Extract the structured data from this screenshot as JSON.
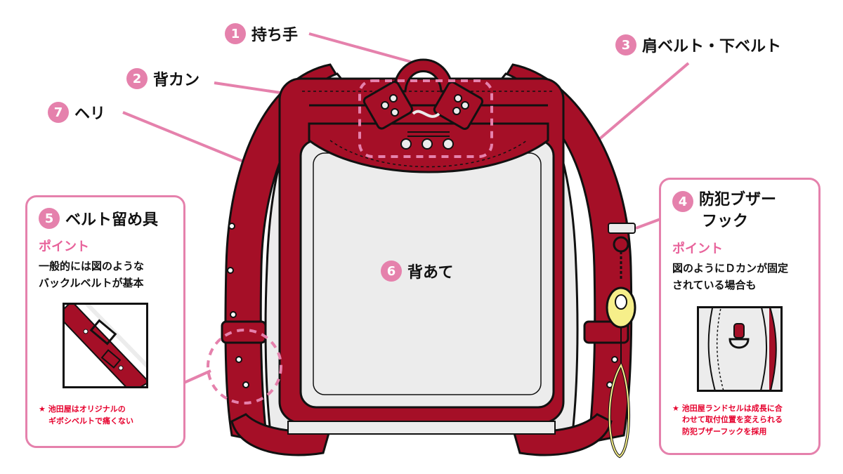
{
  "colors": {
    "accent": "#e581ac",
    "bag": "#a50f27",
    "bag_dark": "#6d0718",
    "panel": "#ececec",
    "note_red": "#e6002d",
    "buzzer": "#f6ef8a"
  },
  "labels": {
    "handle": {
      "num": "1",
      "text": "持ち手"
    },
    "back_can": {
      "num": "2",
      "text": "背カン"
    },
    "shoulder_belt": {
      "num": "3",
      "text": "肩ベルト・下ベルト"
    },
    "edge": {
      "num": "7",
      "text": "ヘリ"
    },
    "back_pad": {
      "num": "6",
      "text": "背あて"
    }
  },
  "box_belt_stopper": {
    "num": "5",
    "title": "ベルト留め具",
    "point": "ポイント",
    "desc_line1": "一般的には図のような",
    "desc_line2": "バックルベルトが基本",
    "note_line1": "★ 池田屋はオリジナルの",
    "note_line2": "ギボシベルトで痛くない"
  },
  "box_buzzer_hook": {
    "num": "4",
    "title_line1": "防犯ブザー",
    "title_line2": "フック",
    "point": "ポイント",
    "desc_line1": "図のようにＤカンが固定",
    "desc_line2": "されている場合も",
    "note_line1": "★ 池田屋ランドセルは成長に合",
    "note_line2": "わせて取付位置を変えられる",
    "note_line3": "防犯ブザーフックを採用"
  }
}
